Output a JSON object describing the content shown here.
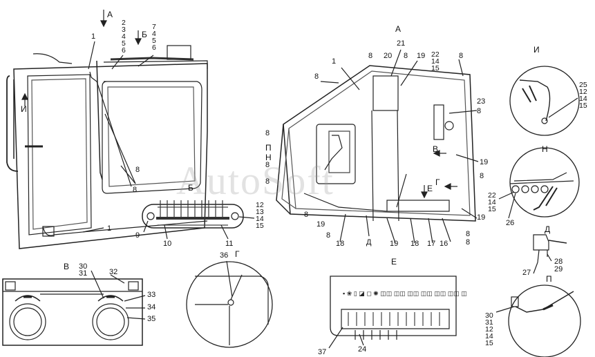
{
  "watermark": "AutoSoft",
  "views": {
    "A": "А",
    "B": "Б",
    "V": "В",
    "G": "Г",
    "D": "Д",
    "E": "Е",
    "I": "И",
    "N": "Н",
    "P": "П"
  },
  "arrow_labels": {
    "left_I": "И",
    "left_A": "А",
    "left_B": "Б",
    "right_P": "П",
    "right_N": "Н",
    "right_V": "В",
    "right_G": "Г",
    "right_E": "Е"
  },
  "callouts": {
    "c1a": "1",
    "c1b": "1",
    "c8a": "8",
    "c8b": "8",
    "c9": "9",
    "c10": "10",
    "c11": "11",
    "c30": "30",
    "c31": "31",
    "c32": "32",
    "c33": "33",
    "c34": "34",
    "c35": "35",
    "c36": "36",
    "c37": "37",
    "c24": "24",
    "c1r": "1",
    "c8_1": "8",
    "c20": "20",
    "c8_2": "8",
    "c21": "21",
    "c19a": "19",
    "c8_3": "8",
    "c8_4": "8",
    "c23": "23",
    "c8_5": "8",
    "c19b": "19",
    "c8_6": "8",
    "c19c": "19",
    "c8_7": "8",
    "c8_8": "8",
    "c8_9": "8",
    "c8_10": "8",
    "c8_11": "8",
    "c19d": "19",
    "c8_12": "8",
    "c18": "18",
    "c19e": "19",
    "c18b": "18",
    "c17": "17",
    "c16": "16",
    "c8_13": "8",
    "cD": "Д",
    "c26": "26",
    "c27": "27",
    "c28": "28",
    "c29": "29"
  },
  "stacks": {
    "s1": [
      "2",
      "3",
      "4",
      "5",
      "6"
    ],
    "s2": [
      "7",
      "4",
      "5",
      "6"
    ],
    "s3": [
      "22",
      "14",
      "15"
    ],
    "s4": [
      "12",
      "13",
      "14",
      "15"
    ],
    "s5": [
      "25",
      "12",
      "14",
      "15"
    ],
    "s6": [
      "22",
      "14",
      "15"
    ],
    "s7": [
      "30",
      "31",
      "12",
      "14",
      "15"
    ],
    "s8": [
      "28",
      "29"
    ]
  },
  "symbols_E": "▪ ❀ ▯ ◪ ◻ ✺ ◫◫ ◫◫ ◫◫ ◫◫ ◫◫ ◫◫ ◫"
}
